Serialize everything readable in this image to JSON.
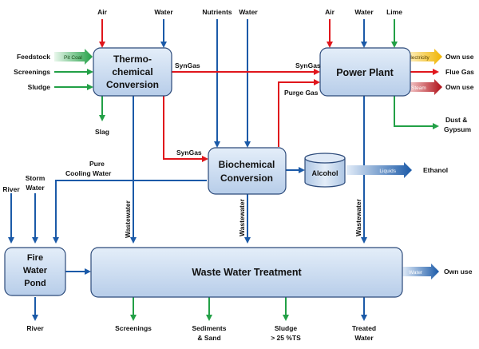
{
  "boxes": {
    "thermo": [
      "Thermo-",
      "chemical",
      "Conversion"
    ],
    "power": "Power Plant",
    "biochem": [
      "Biochemical",
      "Conversion"
    ],
    "alcohol": "Alcohol",
    "fire": [
      "Fire",
      "Water",
      "Pond"
    ],
    "wwt": "Waste Water Treatment"
  },
  "top_inputs": {
    "air1": "Air",
    "water1": "Water",
    "nutrients": "Nutrients",
    "water2": "Water",
    "air2": "Air",
    "water3": "Water",
    "lime": "Lime"
  },
  "left_inputs": {
    "feedstock": "Feedstock",
    "screenings": "Screenings",
    "sludge": "Sludge"
  },
  "tags": {
    "pit_coal": "Pit Coal",
    "electricity": "Electricity",
    "steam": "Steam",
    "liquids": "Liquids",
    "water": "Water"
  },
  "right_outputs": {
    "own_use1": "Own use",
    "flue_gas": "Flue Gas",
    "own_use2": "Own use",
    "dust": [
      "Dust &",
      "Gypsum"
    ],
    "ethanol": "Ethanol",
    "own_use3": "Own use"
  },
  "flows": {
    "syngas1": "SynGas",
    "syngas2": "SynGas",
    "syngas3": "SynGas",
    "purge_gas": "Purge Gas",
    "slag": "Slag",
    "pure_cooling": [
      "Pure",
      "Cooling Water"
    ],
    "wastewater": "Wastewater"
  },
  "left_bottom": {
    "river_in": "River",
    "storm": [
      "Storm",
      "Water"
    ],
    "river_out": "River"
  },
  "bottom_outputs": {
    "screenings": "Screenings",
    "sediments": [
      "Sediments",
      "& Sand"
    ],
    "sludge": [
      "Sludge",
      "> 25 %TS"
    ],
    "treated": [
      "Treated",
      "Water"
    ]
  },
  "colors": {
    "red": "#e0161c",
    "blue": "#1b5aa8",
    "green": "#22a046",
    "box_fill": "#c6d9f1",
    "box_stroke": "#2c4a7a"
  }
}
